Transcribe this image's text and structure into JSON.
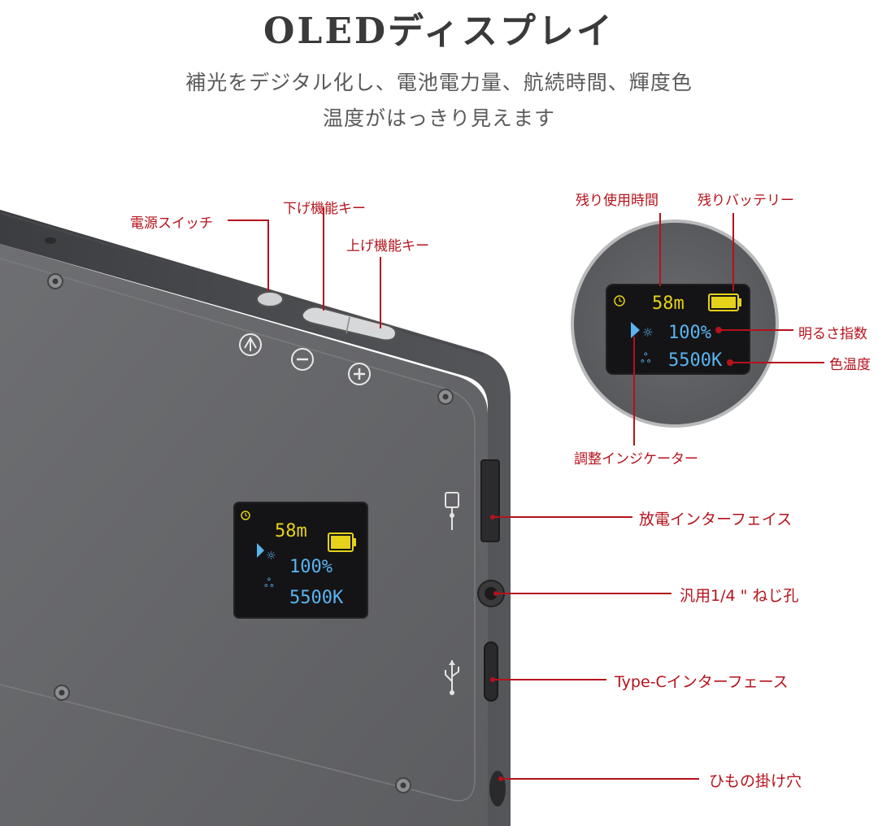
{
  "heading": {
    "title": "OLEDディスプレイ",
    "subtitle_line1": "補光をデジタル化し、電池電力量、航続時間、輝度色",
    "subtitle_line2": "温度がはっきり見えます"
  },
  "display": {
    "time": "58m",
    "brightness": "100%",
    "color_temp": "5500K",
    "battery_level": 1.0
  },
  "labels": {
    "power_switch": "電源スイッチ",
    "down_key": "下げ機能キー",
    "up_key": "上げ機能キー",
    "remaining_time": "残り使用時間",
    "remaining_battery": "残りバッテリー",
    "brightness_index": "明るさ指数",
    "color_temperature": "色温度",
    "adjust_indicator": "調整インジケーター",
    "discharge_port": "放電インターフェイス",
    "screw_hole": "汎用1/4 \" ねじ孔",
    "typec_port": "Type-Cインターフェース",
    "strap_hole": "ひもの掛け穴"
  },
  "colors": {
    "accent_red": "#b5121b",
    "oled_yellow": "#e6d21a",
    "oled_blue": "#5ab4f0",
    "device_body": "#66676a"
  }
}
